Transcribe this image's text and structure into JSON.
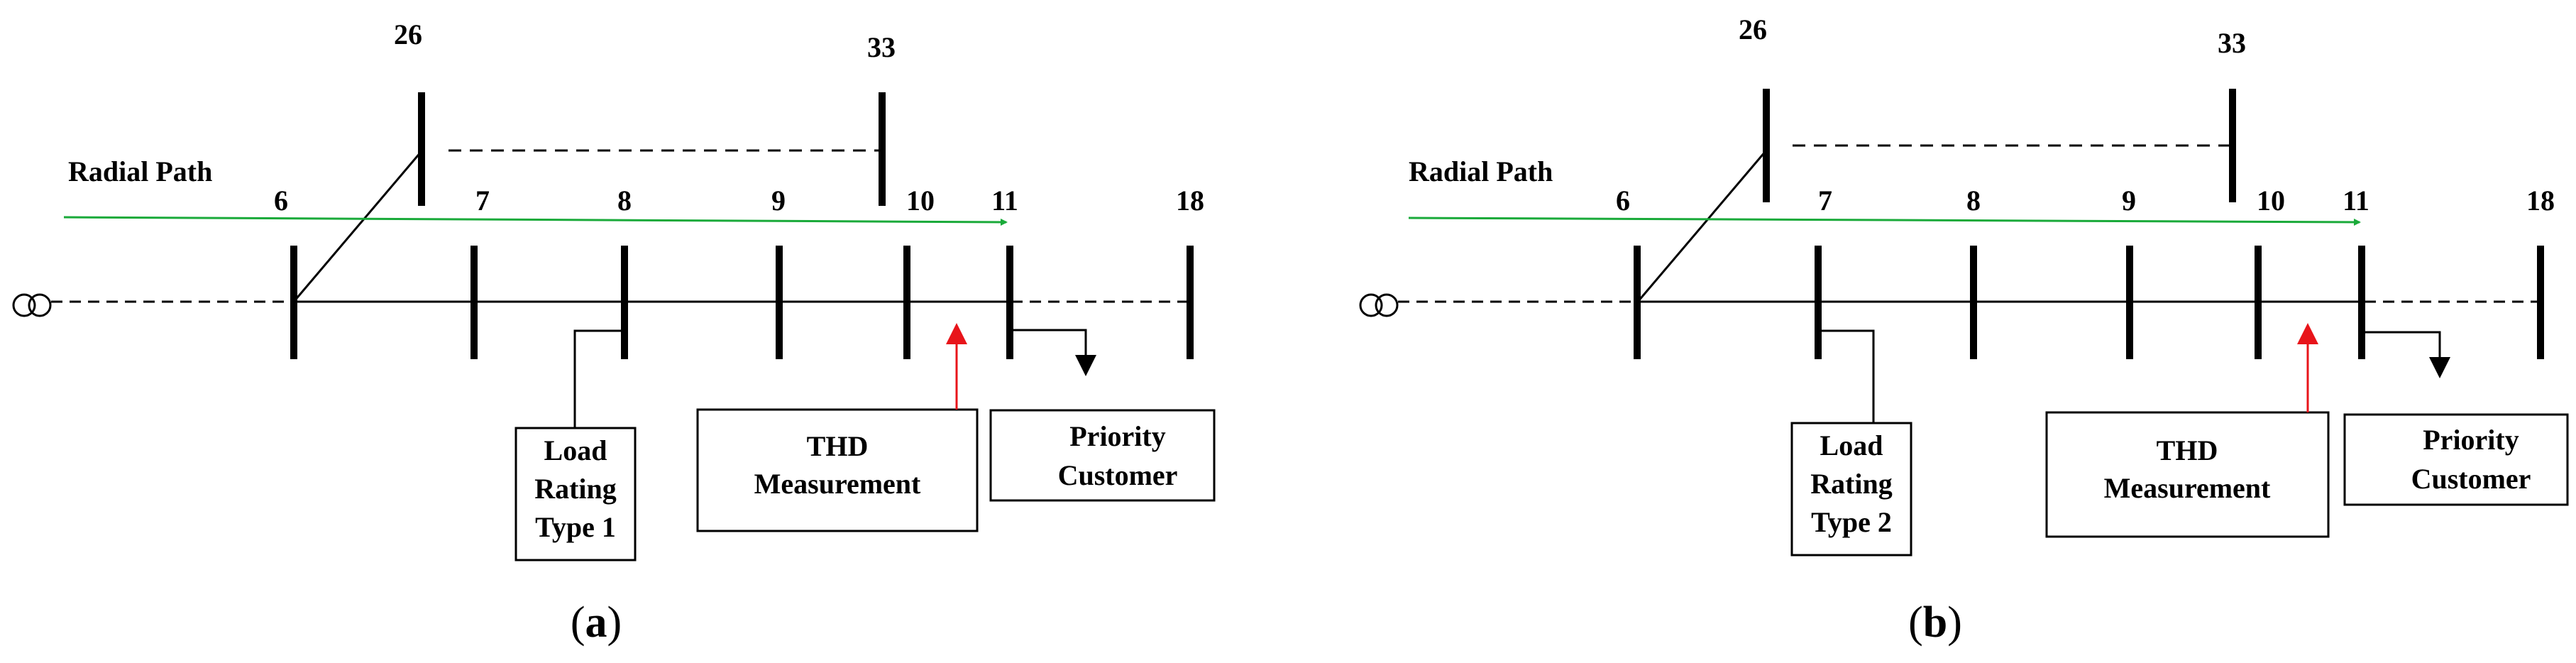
{
  "panels": [
    {
      "id": "a",
      "caption_letter": "a",
      "radial_path_label": "Radial Path",
      "bus_labels": {
        "b26": "26",
        "b33": "33",
        "b6": "6",
        "b7": "7",
        "b8": "8",
        "b9": "9",
        "b10": "10",
        "b11": "11",
        "b18": "18"
      },
      "load_box": [
        "Load",
        "Rating",
        "Type 1"
      ],
      "thd_box": [
        "THD",
        "Measurement"
      ],
      "priority_box": [
        "Priority",
        "Customer"
      ]
    },
    {
      "id": "b",
      "caption_letter": "b",
      "radial_path_label": "Radial Path",
      "bus_labels": {
        "b26": "26",
        "b33": "33",
        "b6": "6",
        "b7": "7",
        "b8": "8",
        "b9": "9",
        "b10": "10",
        "b11": "11",
        "b18": "18"
      },
      "load_box": [
        "Load",
        "Rating",
        "Type 2"
      ],
      "thd_box": [
        "THD",
        "Measurement"
      ],
      "priority_box": [
        "Priority",
        "Customer"
      ]
    }
  ],
  "colors": {
    "line": "#000000",
    "radial_path_arrow": "#1aaa3a",
    "thd_arrow": "#e8141a"
  },
  "icons": {
    "transformer": "transformer-icon"
  }
}
